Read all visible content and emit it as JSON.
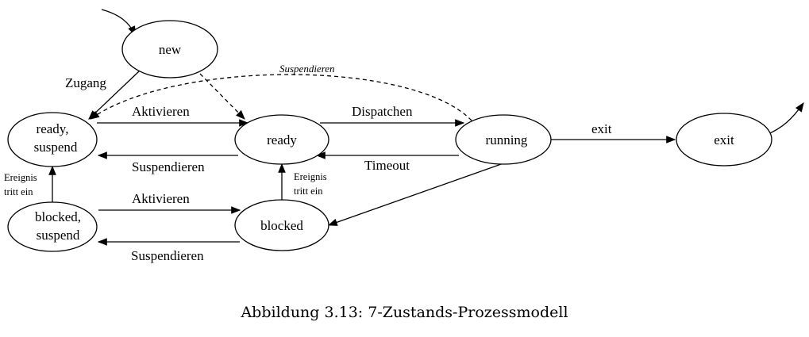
{
  "states": {
    "new": "new",
    "ready_suspend_line1": "ready,",
    "ready_suspend_line2": "suspend",
    "ready": "ready",
    "running": "running",
    "exit": "exit",
    "blocked_suspend_line1": "blocked,",
    "blocked_suspend_line2": "suspend",
    "blocked": "blocked"
  },
  "transitions": {
    "zugang": "Zugang",
    "suspendieren_running": "Suspendieren",
    "aktivieren_top": "Aktivieren",
    "suspendieren_top": "Suspendieren",
    "dispatchen": "Dispatchen",
    "timeout": "Timeout",
    "exit": "exit",
    "aktivieren_bottom": "Aktivieren",
    "suspendieren_bottom": "Suspendieren",
    "ereignis_left_line1": "Ereignis",
    "ereignis_left_line2": "tritt ein",
    "ereignis_mid_line1": "Ereignis",
    "ereignis_mid_line2": "tritt ein"
  },
  "caption": "Abbildung 3.13: 7-Zustands-Prozessmodell"
}
